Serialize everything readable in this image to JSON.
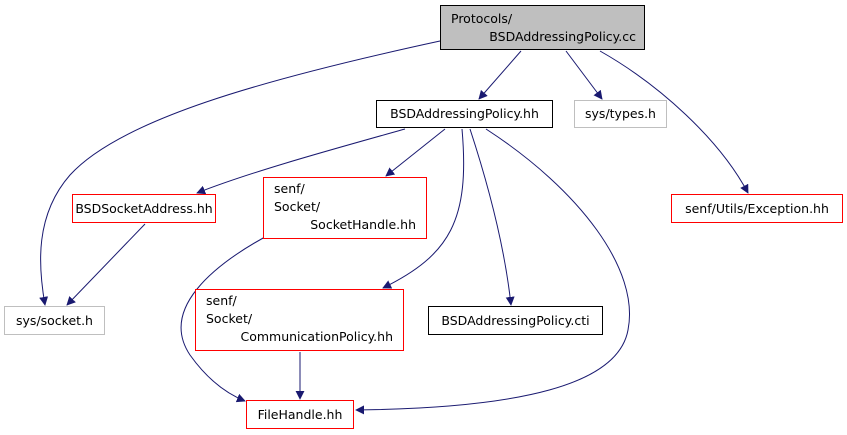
{
  "diagram": {
    "colors": {
      "edge": "#191970",
      "border_black": "#000000",
      "border_red": "#ff0000",
      "border_gray": "#bfbfbf",
      "root_fill": "#bfbfbf"
    },
    "nodes": {
      "root": {
        "lines": [
          "Protocols/",
          "BSDAddressingPolicy.cc"
        ]
      },
      "addressing_policy_hh": {
        "label": "BSDAddressingPolicy.hh"
      },
      "sys_types": {
        "label": "sys/types.h"
      },
      "exception": {
        "label": "senf/Utils/Exception.hh"
      },
      "socket_address": {
        "label": "BSDSocketAddress.hh"
      },
      "socket_handle": {
        "lines": [
          "senf/",
          "Socket/",
          "SocketHandle.hh"
        ]
      },
      "sys_socket": {
        "label": "sys/socket.h"
      },
      "communication_policy": {
        "lines": [
          "senf/",
          "Socket/",
          "CommunicationPolicy.hh"
        ]
      },
      "addressing_policy_cti": {
        "label": "BSDAddressingPolicy.cti"
      },
      "file_handle": {
        "label": "FileHandle.hh"
      }
    }
  }
}
